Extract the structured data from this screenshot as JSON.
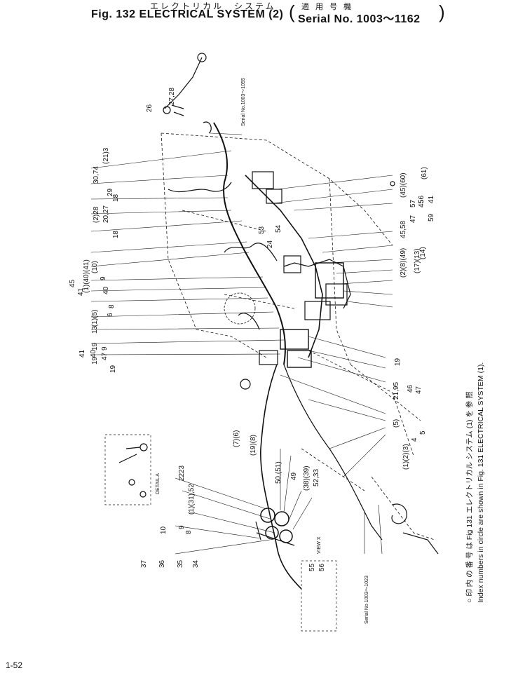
{
  "header": {
    "title_jp": "エレクトリカル　システム",
    "title": "Fig. 132 ELECTRICAL SYSTEM (2)",
    "serial_jp": "適 用 号 機",
    "serial": "Serial No. 1003～1162"
  },
  "notes": {
    "jp_note": "○ 印 内 の 番 号 は Fig 131 エレクトリカル システム (1) を 参 照",
    "en_note": "Index numbers in circle are shown in Fig. 131 ELECTRICAL SYSTEM (1)."
  },
  "callouts": {
    "serial_a": "Serial No.1003～1055",
    "serial_b": "Serial No 1003～1023",
    "detail_a": "DETAIL A",
    "view_x": "VIEW X"
  },
  "page": {
    "number": "1-52"
  },
  "part_labels": {
    "top": [
      "27,28",
      "26",
      "30,74",
      "(21)3",
      "29",
      "18",
      "(2)28",
      "20,27",
      "18",
      "53",
      "24",
      "54"
    ],
    "right": [
      "(45)(60)",
      "57",
      "45",
      "(61)",
      "45,58",
      "47",
      "56",
      "41",
      "59",
      "(2)(8)(49)",
      "(17)(13)",
      "(14)"
    ],
    "left": [
      "41",
      "45",
      "(1)(40)(41)",
      "(10)",
      "9",
      "40",
      "8",
      "(1)(5)",
      "6",
      "13",
      "19",
      "9",
      "19",
      "41",
      "40",
      "47",
      "19"
    ],
    "mid": [
      "21,95",
      "19",
      "46",
      "47",
      "(7)(6)",
      "(19)(8)",
      "(5)",
      "(1)(2)(3)",
      "4",
      "5"
    ],
    "bottom": [
      "23",
      "22",
      "50,(51)",
      "49",
      "(38)(39)",
      "52,33",
      "(1)(31),52",
      "9",
      "10",
      "8",
      "37",
      "36",
      "35",
      "34",
      "55",
      "56"
    ]
  },
  "colors": {
    "ink": "#111111",
    "paper": "#ffffff"
  }
}
